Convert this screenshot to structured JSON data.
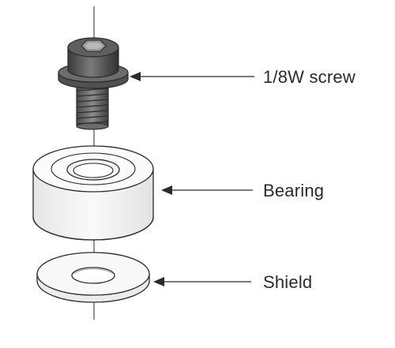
{
  "labels": {
    "screw": "1/8W screw",
    "bearing": "Bearing",
    "shield": "Shield"
  },
  "colors": {
    "stroke": "#2a2a2a",
    "screw_dark": "#3c3c3c",
    "screw_mid": "#6a6a6a",
    "part_fill": "#f4f4f4",
    "part_face": "#fbfbfb",
    "background": "#ffffff"
  },
  "icons": {
    "screw": "socket-head-screw-icon",
    "bearing": "ball-bearing-icon",
    "shield": "washer-shield-icon"
  }
}
